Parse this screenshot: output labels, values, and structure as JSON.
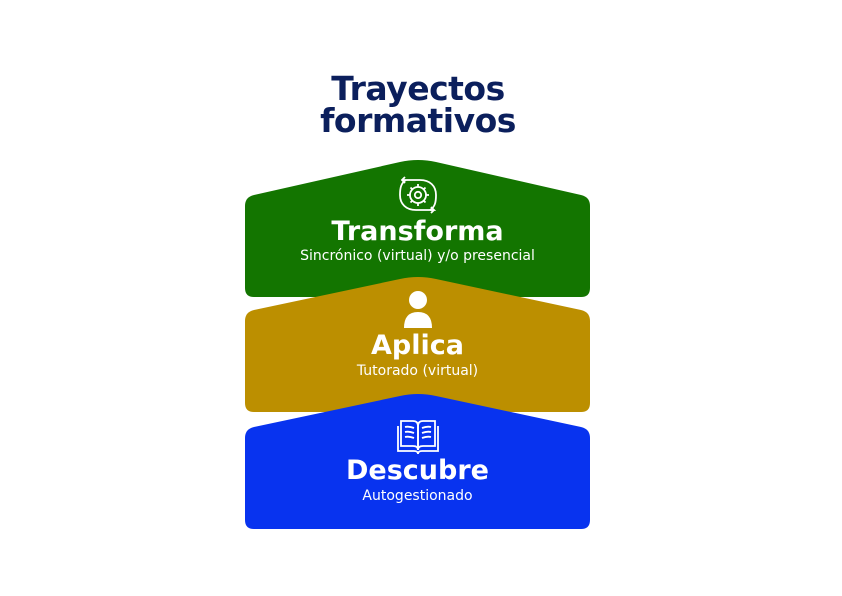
{
  "title": {
    "line1": "Trayectos",
    "line2": "formativos"
  },
  "levels": [
    {
      "name": "Transforma",
      "subtitle": "Sincrónico (virtual) y/o presencial",
      "icon": "gear-cycle-icon",
      "color": "#137500"
    },
    {
      "name": "Aplica",
      "subtitle": "Tutorado (virtual)",
      "icon": "person-icon",
      "color": "#bc8f00"
    },
    {
      "name": "Descubre",
      "subtitle": "Autogestionado",
      "icon": "open-book-icon",
      "color": "#0833ef"
    }
  ]
}
